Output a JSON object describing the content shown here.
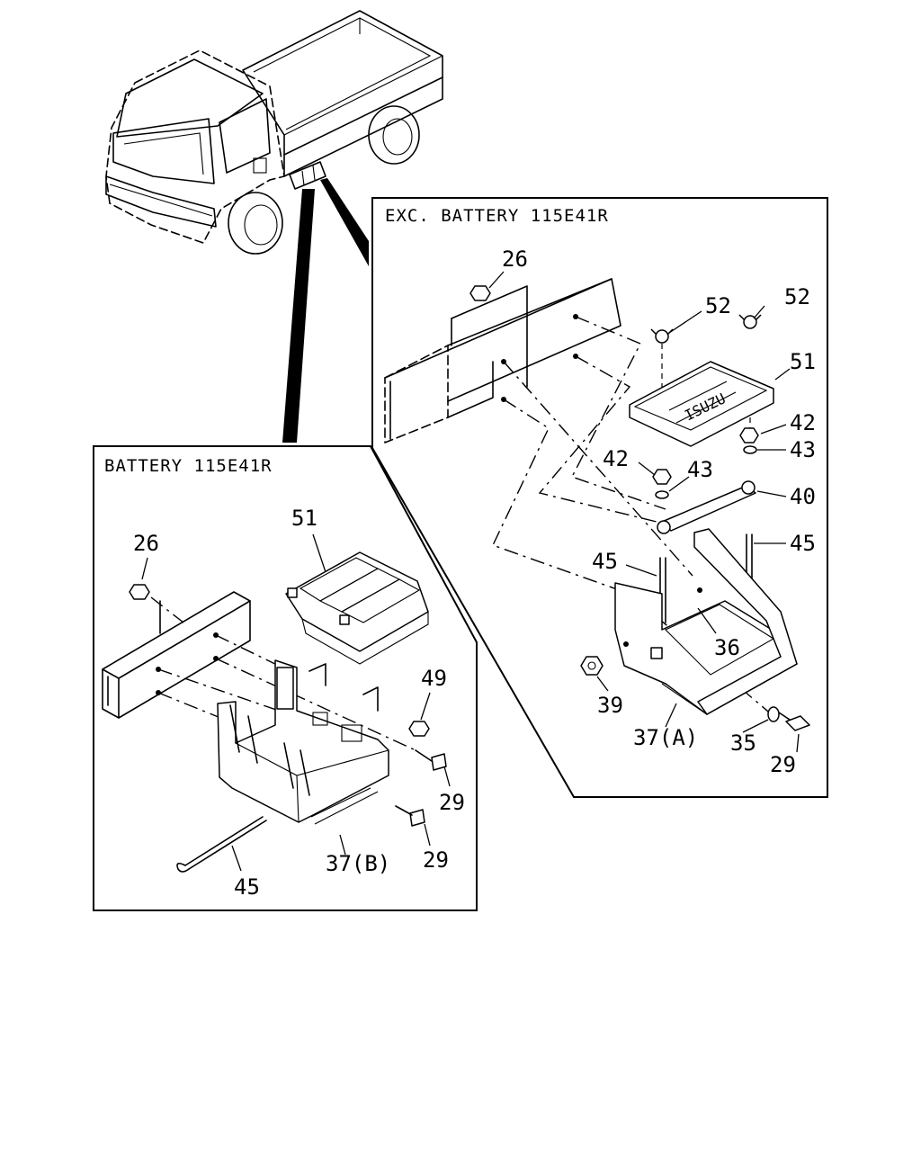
{
  "panels": {
    "exc_battery": {
      "title": "EXC. BATTERY 115E41R"
    },
    "battery": {
      "title": "BATTERY 115E41R"
    }
  },
  "callouts_exc": {
    "c26": "26",
    "c52a": "52",
    "c52b": "52",
    "c51": "51",
    "c42a": "42",
    "c43a": "43",
    "c42b": "42",
    "c43b": "43",
    "c40": "40",
    "c45a": "45",
    "c45b": "45",
    "c36": "36",
    "c39": "39",
    "c37a": "37(A)",
    "c35": "35",
    "c29": "29"
  },
  "callouts_bat": {
    "c26": "26",
    "c51": "51",
    "c49": "49",
    "c29a": "29",
    "c29b": "29",
    "c37b": "37(B)",
    "c45": "45"
  },
  "cover_logo": "ISUZU"
}
